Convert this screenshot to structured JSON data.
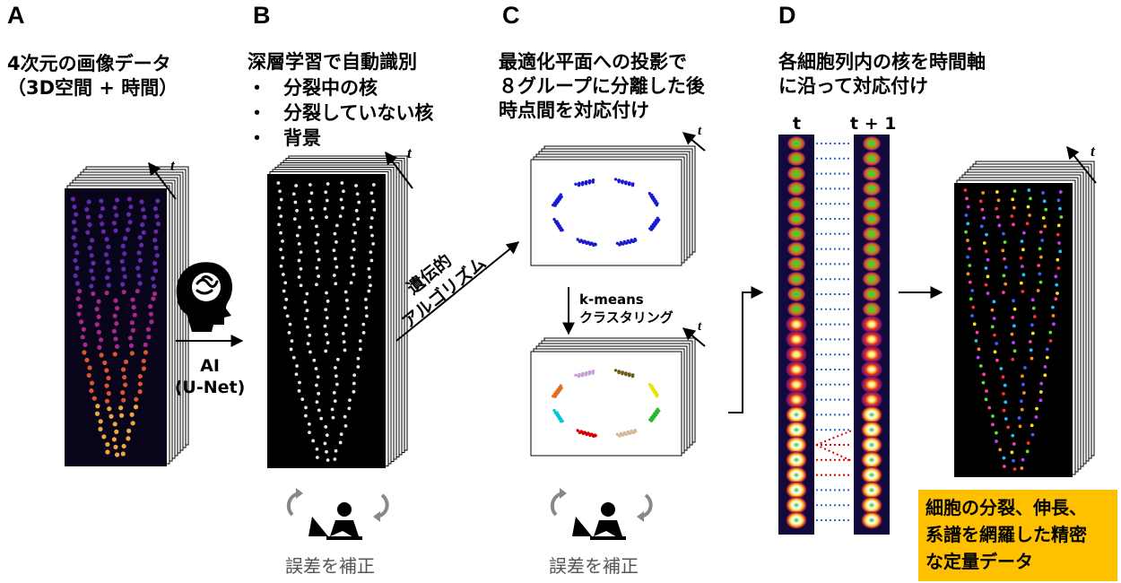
{
  "panels": {
    "a": {
      "letter": "A",
      "title_line1": "4次元の画像データ",
      "title_line2": "（3D空間 + 時間）",
      "time_label": "t"
    },
    "b": {
      "letter": "B",
      "title": "深層学習で自動識別",
      "bullets": [
        "分裂中の核",
        "分裂していない核",
        "背景"
      ],
      "time_label": "t",
      "correction_label": "誤差を補正"
    },
    "c": {
      "letter": "C",
      "title_line1": "最適化平面への投影で",
      "title_line2": "８グループに分離した後",
      "title_line3": "時点間を対応付け",
      "time_label_top": "t",
      "time_label_bottom": "t",
      "kmeans_line1": "k-means",
      "kmeans_line2": "クラスタリング",
      "correction_label": "誤差を補正"
    },
    "d": {
      "letter": "D",
      "title_line1": "各細胞列内の核を時間軸",
      "title_line2": "に沿って対応付け",
      "strip_label_t": "t",
      "strip_label_t1": "t + 1",
      "time_label": "t"
    }
  },
  "arrows": {
    "ai_line1": "AI",
    "ai_line2": "(U-Net)",
    "ga_line1": "遺伝的",
    "ga_line2": "アルゴリズム"
  },
  "result_box": {
    "line1": "細胞の分裂、伸長、",
    "line2": "系譜を網羅した精密",
    "line3": "な定量データ",
    "color": "#ffc000"
  },
  "colors": {
    "cluster_colors": [
      "#c8a0d8",
      "#6b5a1e",
      "#e6e600",
      "#2db52d",
      "#d8b89a",
      "#d40000",
      "#00c8d8",
      "#e07020"
    ],
    "scatter_blue": "#1a1ad0",
    "dotted_blue": "#2a6ad8",
    "dotted_red": "#e00000"
  }
}
